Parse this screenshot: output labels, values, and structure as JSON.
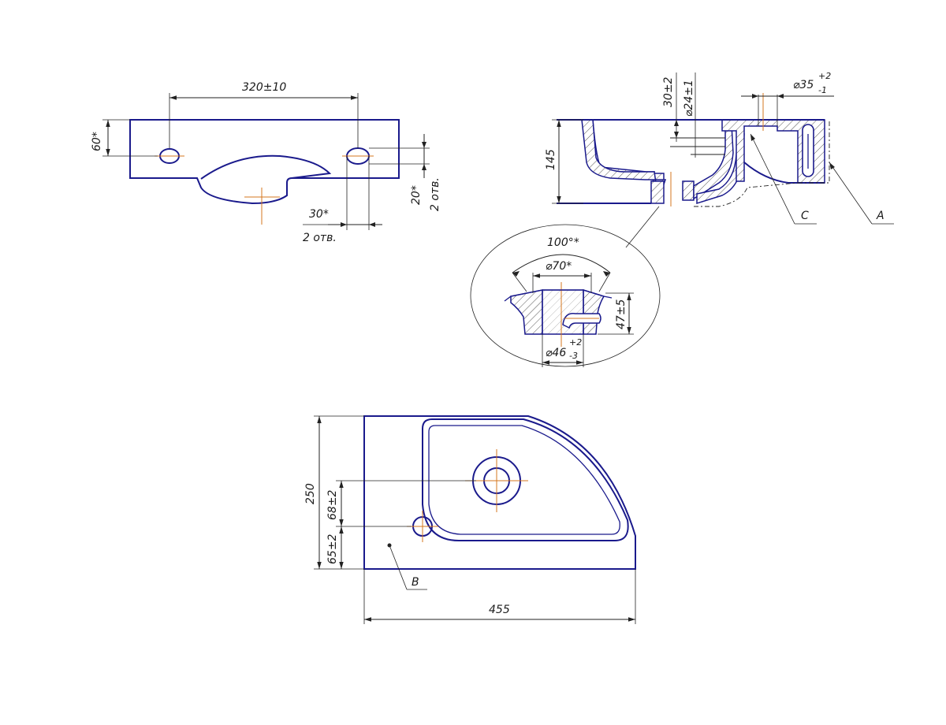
{
  "top_left_view": {
    "dim_hole_spacing": "320±10",
    "dim_height": "60*",
    "dim_hole_width": "30*",
    "dim_hole_count_bottom": "2 отв.",
    "dim_hole_height": "20*",
    "dim_hole_count_right": "2 отв."
  },
  "section_view": {
    "dim_overflow_offset": "30±2",
    "dim_overflow_diameter": "⌀24±1",
    "dim_tap_hole_base": "⌀35",
    "dim_tap_hole_tol_upper": "+2",
    "dim_tap_hole_tol_lower": "-1",
    "dim_depth": "145",
    "leader_c": "C",
    "leader_a": "A"
  },
  "detail_view": {
    "dim_angle": "100°*",
    "dim_outer_diameter": "⌀70*",
    "dim_height": "47±5",
    "dim_drain_base": "⌀46",
    "dim_drain_tol_upper": "+2",
    "dim_drain_tol_lower": "-3"
  },
  "plan_view": {
    "dim_depth": "250",
    "dim_tap_offset": "68±2",
    "dim_hole_offset": "65±2",
    "dim_width": "455",
    "leader_b": "B"
  }
}
